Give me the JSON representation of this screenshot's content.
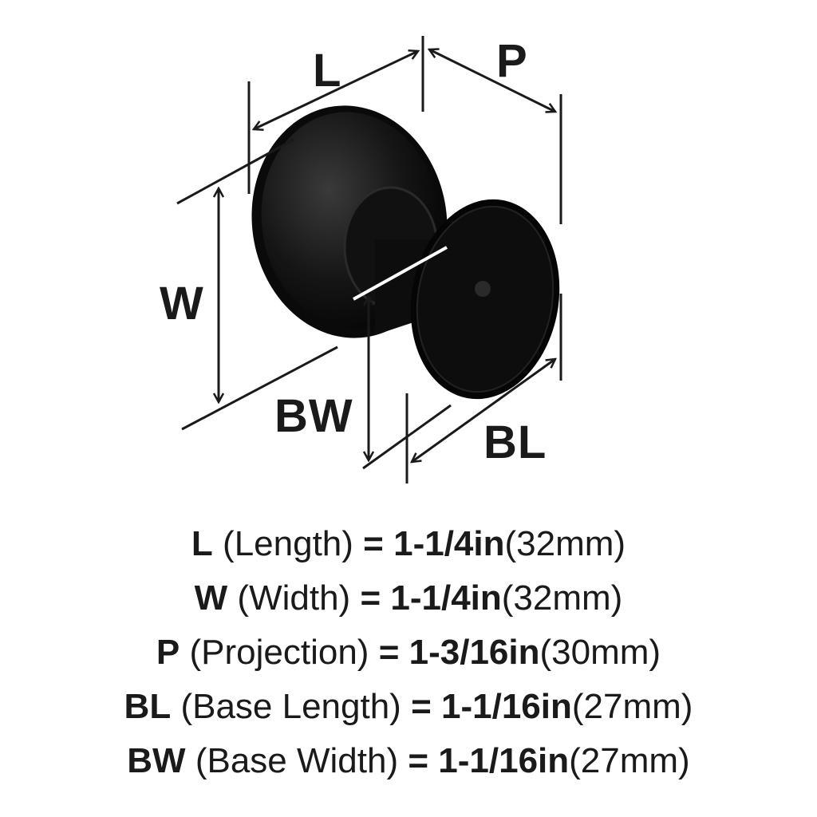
{
  "diagram": {
    "labels": {
      "L": "L",
      "P": "P",
      "W": "W",
      "BW": "BW",
      "BL": "BL"
    },
    "product_color": "#0d0d0d",
    "line_color": "#1a1a1a"
  },
  "specs": [
    {
      "code": "L",
      "name": "(Length)",
      "eq": "=",
      "imperial": "1-1/4in",
      "metric": "(32mm)"
    },
    {
      "code": "W",
      "name": "(Width)",
      "eq": "=",
      "imperial": "1-1/4in",
      "metric": "(32mm)"
    },
    {
      "code": "P",
      "name": "(Projection)",
      "eq": "=",
      "imperial": "1-3/16in",
      "metric": "(30mm)"
    },
    {
      "code": "BL",
      "name": "(Base Length)",
      "eq": "=",
      "imperial": "1-1/16in",
      "metric": "(27mm)"
    },
    {
      "code": "BW",
      "name": "(Base Width)",
      "eq": "=",
      "imperial": "1-1/16in",
      "metric": "(27mm)"
    }
  ]
}
